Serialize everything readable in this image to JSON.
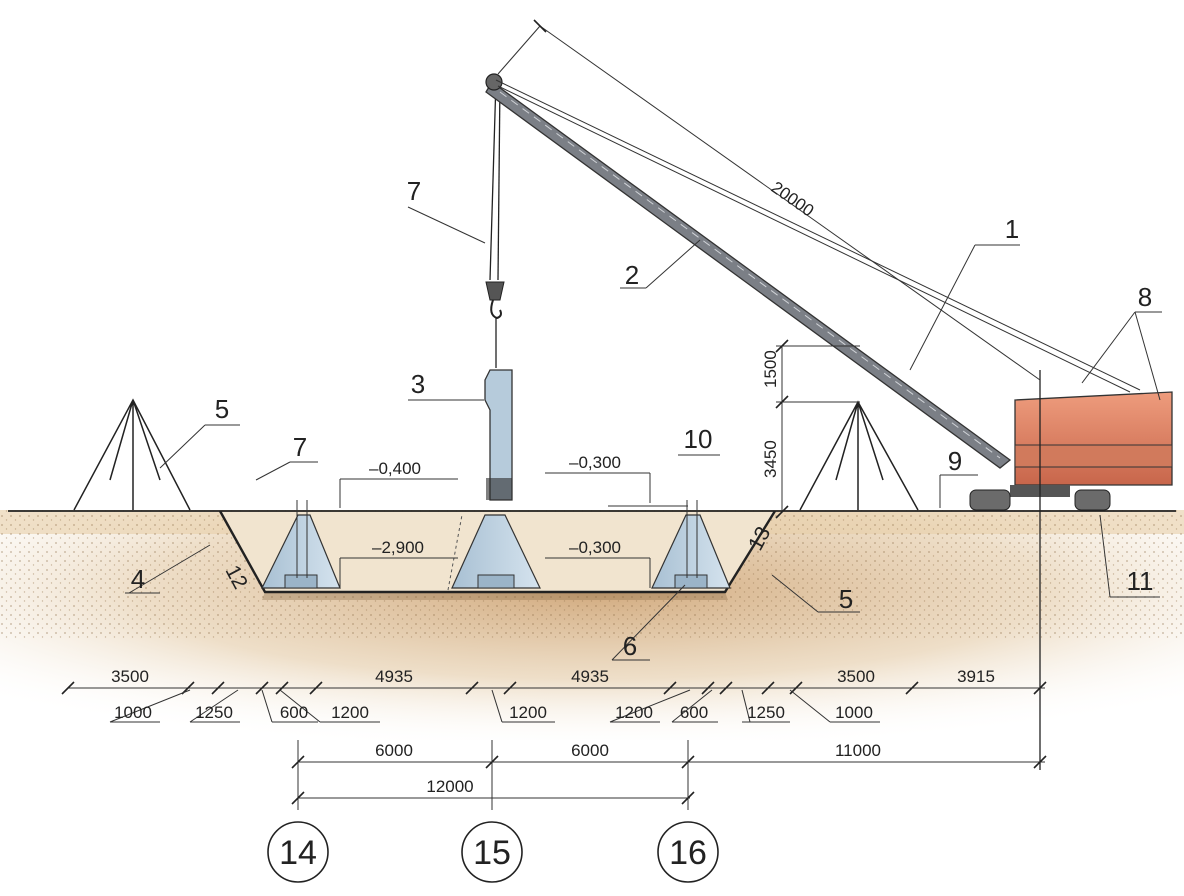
{
  "callouts": [
    "1",
    "2",
    "3",
    "4",
    "5",
    "5",
    "5",
    "6",
    "7",
    "7",
    "8",
    "9",
    "10",
    "11",
    "12",
    "13"
  ],
  "levels": {
    "l_minus_0400": "–0,400",
    "l_minus_0300_top": "–0,300",
    "l_minus_2900": "–2,900",
    "l_minus_0300_bottom": "–0,300"
  },
  "vertical_dims": {
    "d1500": "1500",
    "d3450": "3450",
    "d20000": "20000"
  },
  "bottom_dims": {
    "row1": [
      "3500",
      "4935",
      "4935",
      "3500",
      "3915"
    ],
    "row2": [
      "1000",
      "1250",
      "600",
      "1200",
      "1200",
      "1200",
      "600",
      "1250",
      "1000"
    ],
    "row3": [
      "6000",
      "6000",
      "11000"
    ],
    "row4": [
      "12000"
    ]
  },
  "axes": [
    "14",
    "15",
    "16"
  ],
  "colors": {
    "soil": "#d9b98a",
    "concrete": "#b9cfe0",
    "crane_body": "#e0896a",
    "boom": "#7b7f86"
  }
}
